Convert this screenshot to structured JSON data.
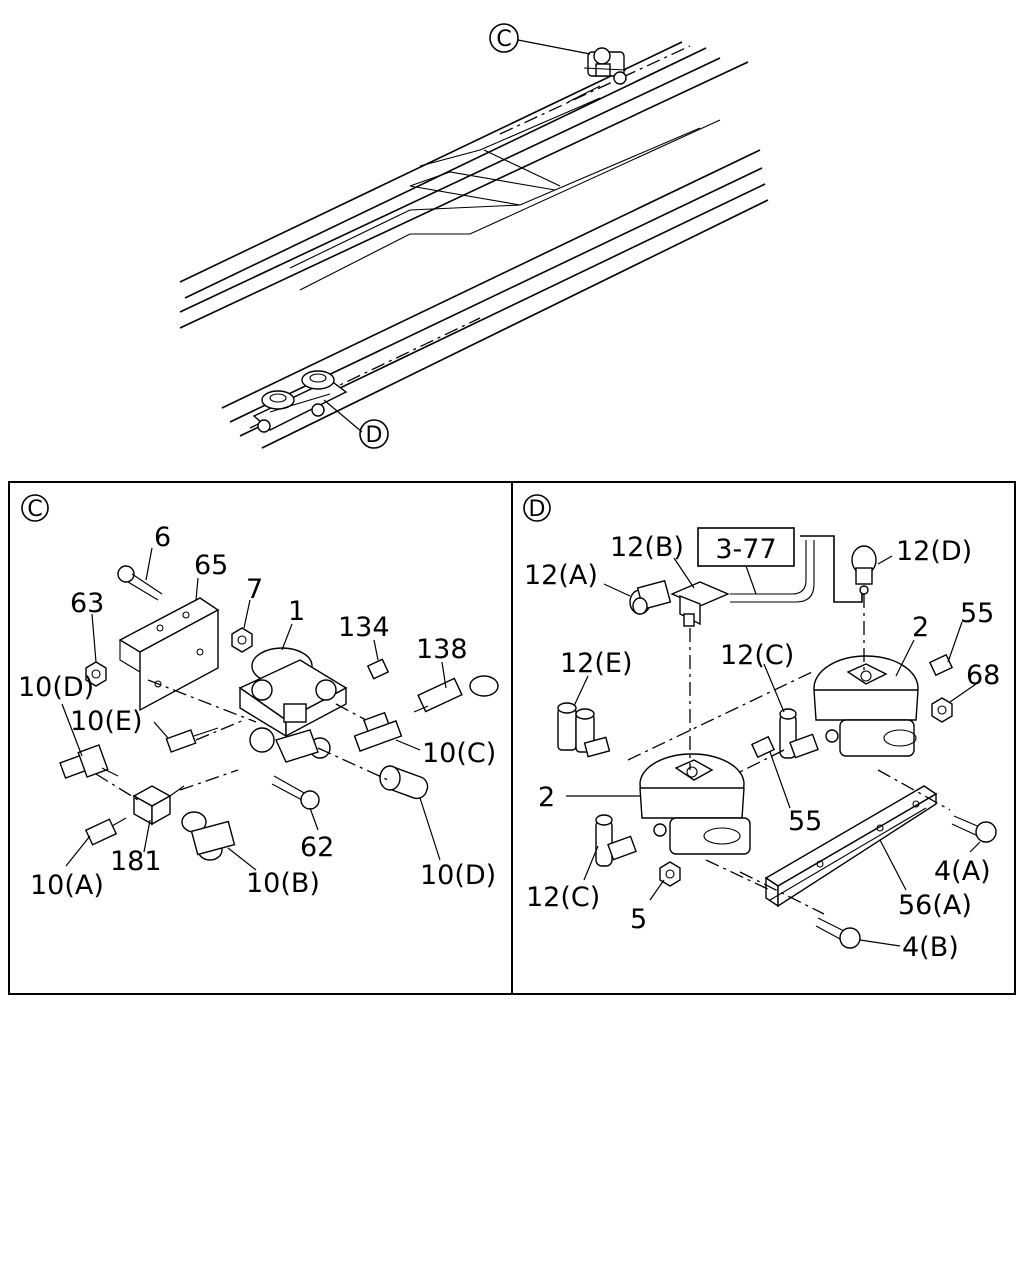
{
  "overview": {
    "callout_c": "C",
    "callout_d": "D"
  },
  "panel_c": {
    "badge": "C",
    "labels": {
      "p6": "6",
      "p65": "65",
      "p7": "7",
      "p63": "63",
      "p1": "1",
      "p134": "134",
      "p138": "138",
      "p10d_left": "10(D)",
      "p10e": "10(E)",
      "p10c": "10(C)",
      "p62": "62",
      "p10a": "10(A)",
      "p181": "181",
      "p10b": "10(B)",
      "p10d_right": "10(D)"
    }
  },
  "panel_d": {
    "badge": "D",
    "ref_box": "3-77",
    "labels": {
      "p12b": "12(B)",
      "p12a": "12(A)",
      "p12d": "12(D)",
      "p55_top": "55",
      "p2_right": "2",
      "p68": "68",
      "p12e": "12(E)",
      "p12c_top": "12(C)",
      "p2_left": "2",
      "p55_mid": "55",
      "p4a": "4(A)",
      "p12c_bottom": "12(C)",
      "p56a": "56(A)",
      "p5": "5",
      "p4b": "4(B)"
    }
  }
}
